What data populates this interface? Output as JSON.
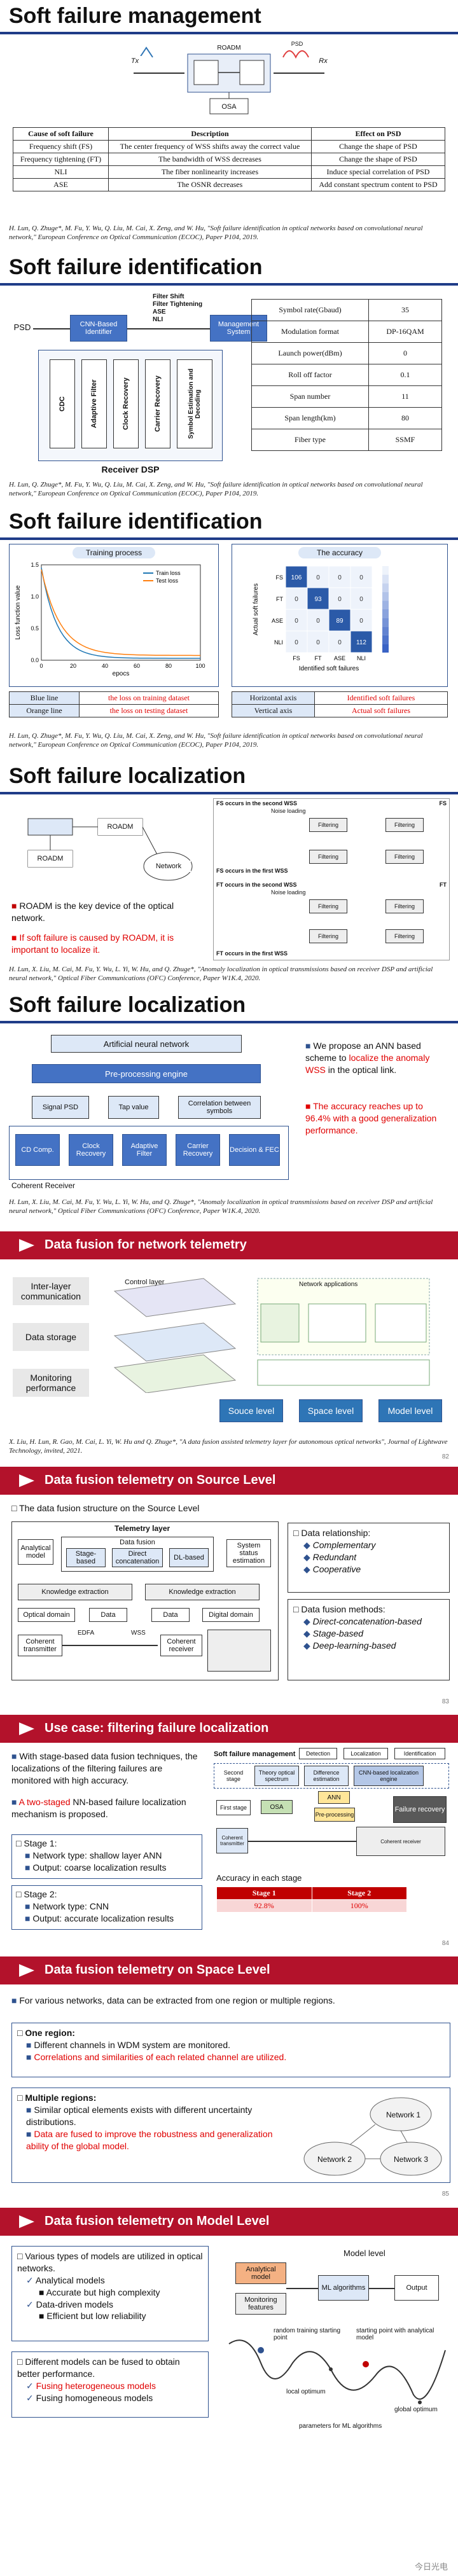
{
  "s1": {
    "title": "Soft failure management",
    "table_headers": [
      "Cause of soft failure",
      "Description",
      "Effect on PSD"
    ],
    "rows": [
      [
        "Frequency shift (FS)",
        "The center frequency of WSS shifts away the correct value",
        "Change the shape of PSD"
      ],
      [
        "Frequency tightening (FT)",
        "The bandwidth of WSS decreases",
        "Change the shape of PSD"
      ],
      [
        "NLI",
        "The fiber nonlinearity increases",
        "Induce special correlation of PSD"
      ],
      [
        "ASE",
        "The OSNR decreases",
        "Add constant spectrum content to PSD"
      ]
    ],
    "diagram_labels": [
      "Tx",
      "Rx",
      "OSA",
      "PSD",
      "ROADM"
    ],
    "cite": "H. Lun, Q. Zhuge*, M. Fu, Y. Wu, Q. Liu, M. Cai, X. Zeng, and W. Hu, \"Soft failure identification in optical networks based on convolutional neural network,\" European Conference on Optical Communication (ECOC), Paper P104, 2019."
  },
  "s2": {
    "title": "Soft failure identification",
    "psd": "PSD",
    "cnn_label": "CNN-Based Identifier",
    "mgmt": "Management System",
    "failures": [
      "Filter Shift",
      "Filter Tightening",
      "ASE",
      "NLI"
    ],
    "dsp_blocks": [
      "CDC",
      "Adaptive Filter",
      "Clock Recovery",
      "Carrier Recovery",
      "Symbol Estimation and Decoding"
    ],
    "receiver": "Receiver DSP",
    "params": [
      [
        "Symbol rate(Gbaud)",
        "35"
      ],
      [
        "Modulation format",
        "DP-16QAM"
      ],
      [
        "Launch power(dBm)",
        "0"
      ],
      [
        "Roll off factor",
        "0.1"
      ],
      [
        "Span number",
        "11"
      ],
      [
        "Span length(km)",
        "80"
      ],
      [
        "Fiber type",
        "SSMF"
      ]
    ],
    "cite": "H. Lun, Q. Zhuge*, M. Fu, Y. Wu, Q. Liu, M. Cai, X. Zeng, and W. Hu, \"Soft failure identification in optical networks based on convolutional neural network,\" European Conference on Optical Communication (ECOC), Paper P104, 2019."
  },
  "s3": {
    "title": "Soft failure identification",
    "panel1": "Training process",
    "panel2": "The accuracy",
    "ylabel": "Loss function value",
    "xlabel": "epocs",
    "legend": [
      "Train loss",
      "Test loss"
    ],
    "x_ticks": [
      "0",
      "20",
      "40",
      "60",
      "80",
      "100"
    ],
    "y_ticks": [
      "0.0",
      "0.5",
      "1.0",
      "1.5"
    ],
    "matrix_rows": [
      "FS",
      "FT",
      "ASE",
      "NLI"
    ],
    "matrix_cols": [
      "FS",
      "FT",
      "ASE",
      "NLI"
    ],
    "matrix": [
      [
        106,
        0,
        0,
        0
      ],
      [
        0,
        93,
        0,
        0
      ],
      [
        0,
        0,
        89,
        0
      ],
      [
        0,
        0,
        0,
        112
      ]
    ],
    "matrix_ylabel": "Actual soft failures",
    "matrix_xlabel": "Identified soft failures",
    "legend_table": [
      [
        "Blue line",
        "the loss on training dataset"
      ],
      [
        "Orange line",
        "the loss on testing dataset"
      ]
    ],
    "axis_table": [
      [
        "Horizontal axis",
        "Identified soft failures"
      ],
      [
        "Vertical axis",
        "Actual soft failures"
      ]
    ],
    "cite": "H. Lun, Q. Zhuge*, M. Fu, Y. Wu, Q. Liu, M. Cai, X. Zeng, and W. Hu, \"Soft failure identification in optical networks based on convolutional neural network,\" European Conference on Optical Communication (ECOC), Paper P104, 2019."
  },
  "s4": {
    "title": "Soft failure localization",
    "roadm": "ROADM",
    "network": "Network",
    "b1": "ROADM is the key device of the optical network.",
    "b2": "If soft failure is caused by ROADM, it is important to localize it.",
    "fs_second": "FS occurs in the second WSS",
    "fs_first": "FS occurs in the first WSS",
    "ft_second": "FT occurs in the second WSS",
    "ft_first": "FT occurs in the first WSS",
    "noise_loading": "Noise loading",
    "filtering": "Filtering",
    "fs": "FS",
    "ft": "FT",
    "cite": "H. Lun, X. Liu, M. Cai, M. Fu, Y. Wu, L. Yi, W. Hu, and Q. Zhuge*, \"Anomaly localization in optical transmissions based on receiver DSP and artificial neural network,\" Optical Fiber Communications (OFC) Conference, Paper W1K.4, 2020."
  },
  "s5": {
    "title": "Soft failure localization",
    "ann": "Artificial neural network",
    "pre": "Pre-processing engine",
    "inputs": [
      "Signal PSD",
      "Tap value",
      "Correlation between symbols"
    ],
    "dsp": [
      "CD Comp.",
      "Clock Recovery",
      "Adaptive Filter",
      "Carrier Recovery",
      "Decision & FEC"
    ],
    "receiver": "Coherent Receiver",
    "b1_a": "We propose an ANN based scheme to",
    "b1_b": "localize the anomaly WSS",
    "b1_c": "in the optical link.",
    "b2": "The accuracy reaches up to 96.4% with a good generalization performance.",
    "cite": "H. Lun, X. Liu, M. Cai, M. Fu, Y. Wu, L. Yi, W. Hu, and Q. Zhuge*, \"Anomaly localization in optical transmissions based on receiver DSP and artificial neural network,\" Optical Fiber Communications (OFC) Conference, Paper W1K.4, 2020."
  },
  "s6": {
    "banner": "Data fusion for network telemetry",
    "left": [
      "Inter-layer communication",
      "Data storage",
      "Monitoring performance"
    ],
    "levels": [
      "Souce level",
      "Space level",
      "Model level"
    ],
    "app": "Network applications",
    "control": "Control layer",
    "cite": "X. Liu, H. Lun, R. Gao, M. Cai, L. Yi, W. Hu and Q. Zhuge*, \"A data fusion assisted telemetry layer for autonomous optical networks\", Journal of Lightwave Technology, invited, 2021.",
    "page": "82"
  },
  "s7": {
    "banner": "Data fusion telemetry on Source Level",
    "head": "The data fusion structure on the Source Level",
    "telemetry": "Telemetry layer",
    "data_fusion": "Data fusion",
    "analytical": "Analytical model",
    "stage_based": "Stage-based",
    "direct": "Direct concatenation",
    "dl": "DL-based",
    "system": "System status estimation",
    "ke1": "Knowledge extraction",
    "ke2": "Knowledge extraction",
    "optical": "Optical domain",
    "data": "Data",
    "digital": "Digital domain",
    "tx": "Coherent transmitter",
    "rx": "Coherent receiver",
    "edfa": "EDFA",
    "wss": "WSS",
    "relationship": "Data relationship:",
    "rel_items": [
      "Complementary",
      "Redundant",
      "Cooperative"
    ],
    "methods": "Data fusion methods:",
    "method_items": [
      "Direct-concatenation-based",
      "Stage-based",
      "Deep-learning-based"
    ],
    "page": "83"
  },
  "s8": {
    "banner": "Use case: filtering failure localization",
    "b1": "With stage-based data fusion techniques, the localizations of the filtering failures are monitored with high accuracy.",
    "b2_a": "A two-staged",
    "b2_b": "NN-based failure localization mechanism is proposed.",
    "stage1": "Stage 1:",
    "stage1_items": [
      "Network type: shallow layer ANN",
      "Output: coarse localization results"
    ],
    "stage2": "Stage 2:",
    "stage2_items": [
      "Network type: CNN",
      "Output: accurate localization results"
    ],
    "mgmt": "Soft failure management",
    "cols": [
      "Detection",
      "Localization",
      "Identification"
    ],
    "second_stage": "Second stage",
    "first_stage": "First stage",
    "theory": "Theory optical spectrum",
    "difference": "Difference estimation",
    "cnn": "CNN-based localization engine",
    "ann": "ANN",
    "preproc": "Pre-processing",
    "osa": "OSA",
    "failure": "Failure recovery",
    "acc_title": "Accuracy in each stage",
    "acc_headers": [
      "Stage 1",
      "Stage 2"
    ],
    "acc_values": [
      "92.8%",
      "100%"
    ],
    "page": "84"
  },
  "s9": {
    "banner": "Data fusion telemetry on Space Level",
    "intro": "For various networks, data can be extracted from one region or multiple regions.",
    "one": "One region:",
    "one_items": [
      "Different channels in WDM system are monitored.",
      "Correlations and similarities of each related channel are utilized."
    ],
    "multi": "Multiple regions:",
    "multi_items": [
      "Similar optical elements exists with different uncertainty distributions.",
      "Data are fused to improve the robustness and generalization ability of the global model."
    ],
    "networks": [
      "Network 1",
      "Network 2",
      "Network 3"
    ],
    "page": "85"
  },
  "s10": {
    "banner": "Data fusion telemetry on Model Level",
    "types": "Various types of models are utilized in optical networks.",
    "analytical": "Analytical models",
    "analytical_sub": "Accurate but high complexity",
    "driven": "Data-driven models",
    "driven_sub": "Efficient but low reliability",
    "fused": "Different models can be fused to obtain better performance.",
    "fused_items": [
      "Fusing heterogeneous models",
      "Fusing homogeneous models"
    ],
    "model_level": "Model level",
    "analytical_model": "Analytical model",
    "monitoring": "Monitoring features",
    "ml": "ML algorithms",
    "output": "Output",
    "random": "random training starting point",
    "starting": "starting point with analytical model",
    "local": "local optimum",
    "global": "global optimum",
    "params": "parameters for ML algorithms",
    "watermark": "今日光电"
  }
}
